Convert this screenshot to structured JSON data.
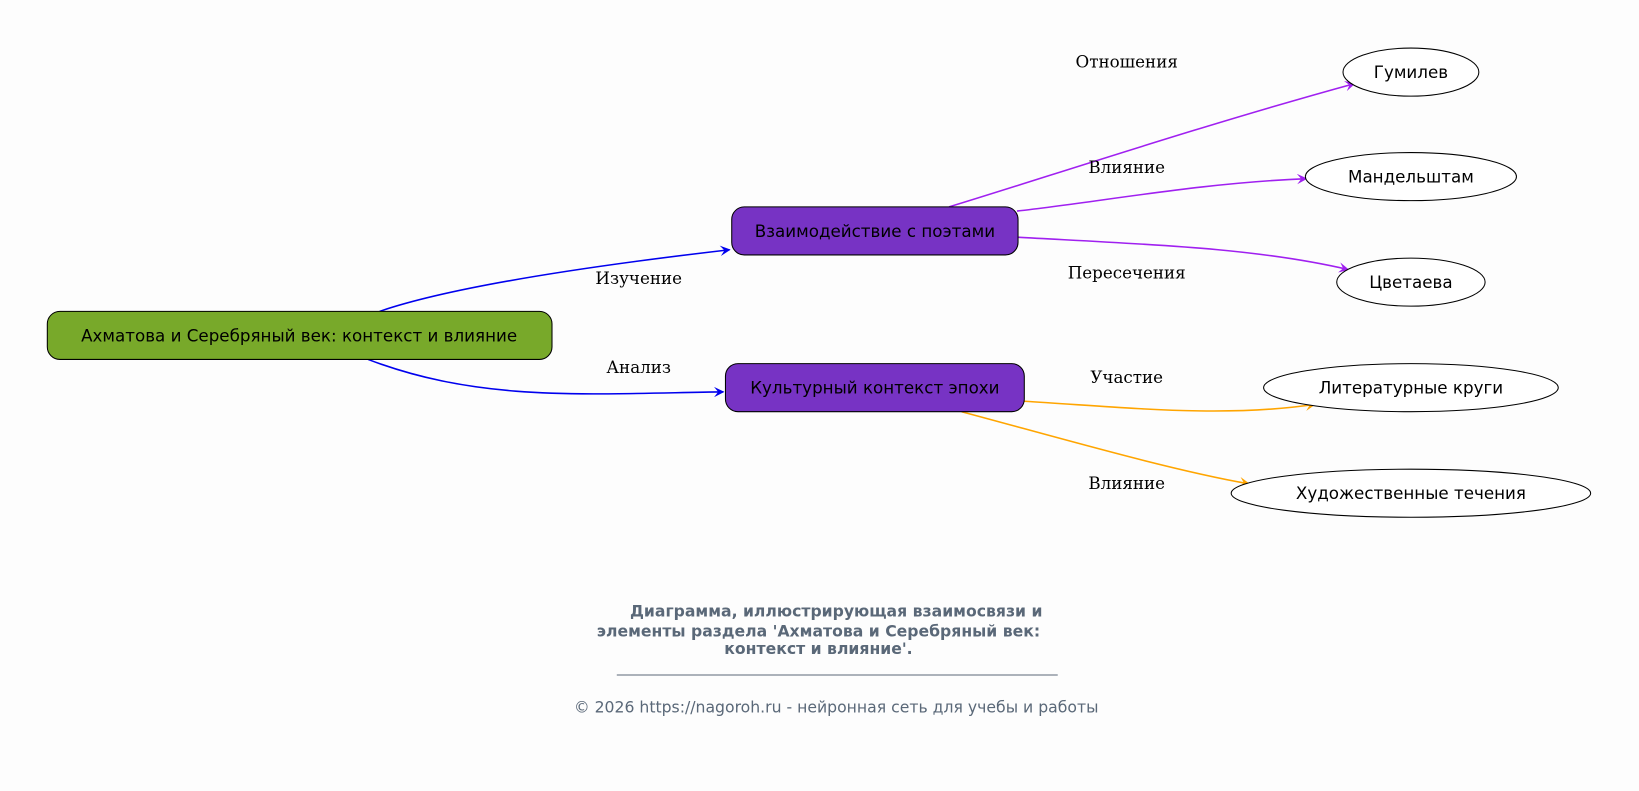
{
  "diagram": {
    "root": {
      "label": "Ахматова и Серебряный век: контекст и влияние",
      "color": "#78a92a"
    },
    "branches": [
      {
        "label": "Взаимодействие с поэтами",
        "edge_label": "Изучение",
        "color": "#7733c4"
      },
      {
        "label": "Культурный контекст эпохи",
        "edge_label": "Анализ",
        "color": "#7733c4"
      }
    ],
    "leaves": [
      {
        "label": "Гумилев",
        "edge_label": "Отношения"
      },
      {
        "label": "Мандельштам",
        "edge_label": "Влияние"
      },
      {
        "label": "Цветаева",
        "edge_label": "Пересечения"
      },
      {
        "label": "Литературные круги",
        "edge_label": "Участие"
      },
      {
        "label": "Художественные течения",
        "edge_label": "Влияние"
      }
    ],
    "edge_colors": {
      "root": "#0000ee",
      "poets": "#a020f0",
      "context": "#ffa500"
    }
  },
  "caption": {
    "lines": [
      "Диаграмма, иллюстрирующая взаимосвязи и",
      "элементы раздела 'Ахматова и Серебряный век:",
      "контекст и влияние'."
    ],
    "footer": "© 2026 https://nagoroh.ru - нейронная сеть для учебы и работы"
  }
}
